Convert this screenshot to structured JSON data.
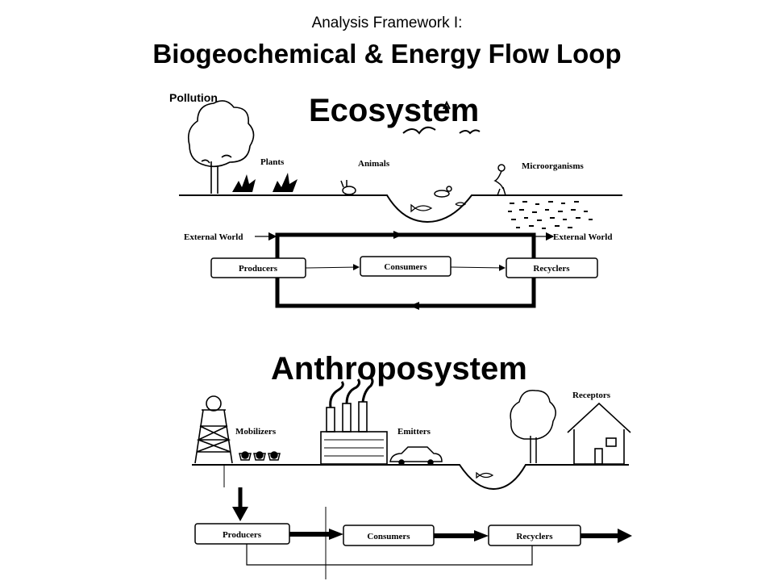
{
  "header": {
    "subtitle": "Analysis Framework I:",
    "title": "Biogeochemical & Energy Flow Loop"
  },
  "ecosystem": {
    "heading": "Ecosystem",
    "pollution_label": "Pollution",
    "labels": {
      "plants": "Plants",
      "animals": "Animals",
      "microorganisms": "Microorganisms"
    },
    "flow": {
      "external_in": "External World",
      "external_out": "External World",
      "producers": "Producers",
      "consumers": "Consumers",
      "recyclers": "Recyclers"
    }
  },
  "anthroposystem": {
    "heading": "Anthroposystem",
    "labels": {
      "mobilizers": "Mobilizers",
      "emitters": "Emitters",
      "receptors": "Receptors"
    },
    "flow": {
      "producers": "Producers",
      "consumers": "Consumers",
      "recyclers": "Recyclers"
    }
  }
}
